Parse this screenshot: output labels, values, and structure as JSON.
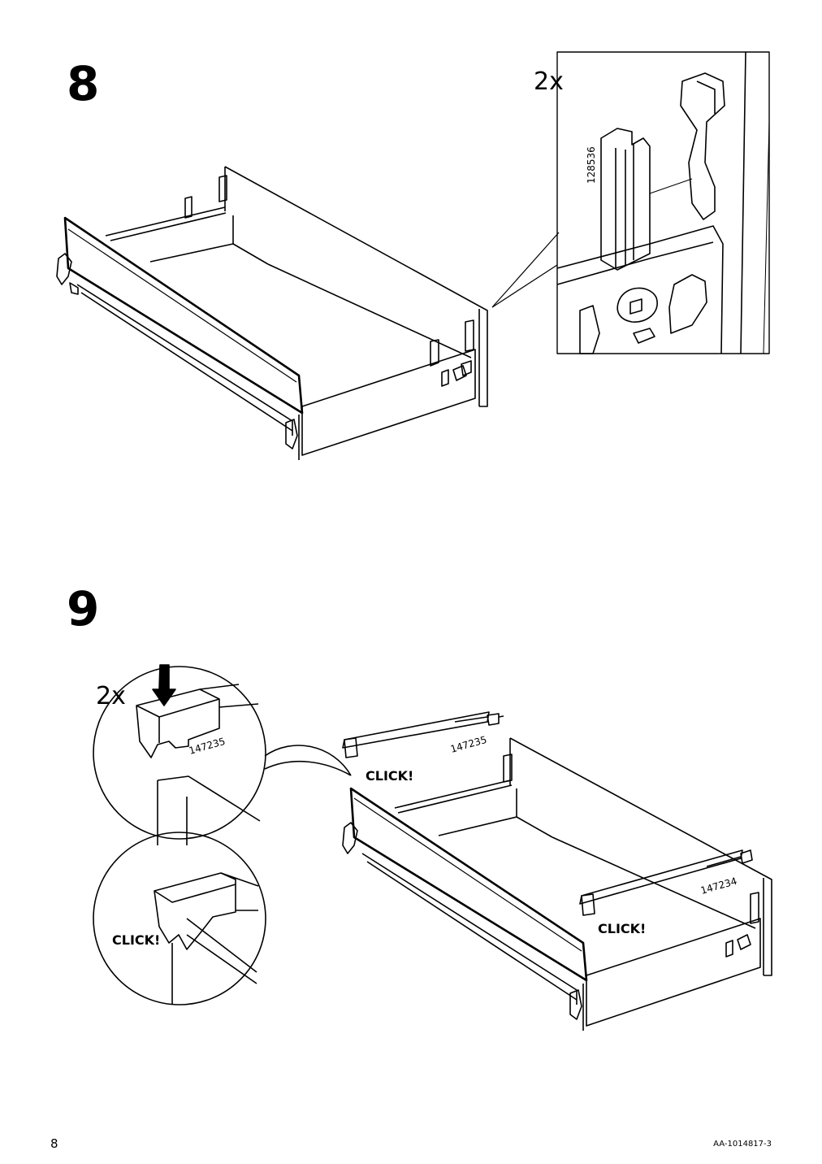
{
  "steps": [
    {
      "number": "8",
      "quantity": "2x",
      "part_number": "128536"
    },
    {
      "number": "9",
      "quantity": "2x",
      "part_number_detail": "147235",
      "part_number_rail_top": "147235",
      "part_number_rail_bottom": "147234",
      "click_label": "CLICK!"
    }
  ],
  "footer": {
    "page_number": "8",
    "document_code": "AA-1014817-3"
  }
}
